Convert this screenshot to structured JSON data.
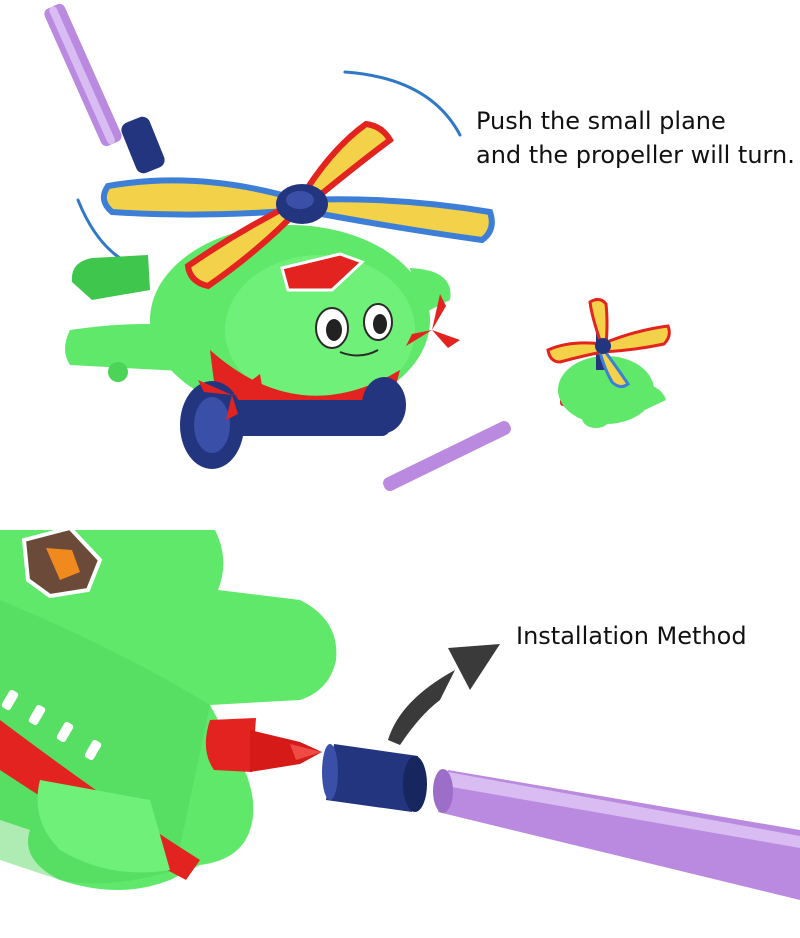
{
  "captions": {
    "push_line_1": "Push the small plane",
    "push_line_2": "and the propeller will turn.",
    "install": "Installation Method"
  },
  "colors": {
    "body_green": "#5fe86a",
    "body_green_dark": "#3fc64c",
    "handle_purple": "#b98ae0",
    "cap_navy": "#24357f",
    "accent_red": "#e3231f",
    "blade_yellow": "#f3d24a",
    "blade_blue": "#3d7fd6",
    "motion_blue": "#2f78c6"
  }
}
